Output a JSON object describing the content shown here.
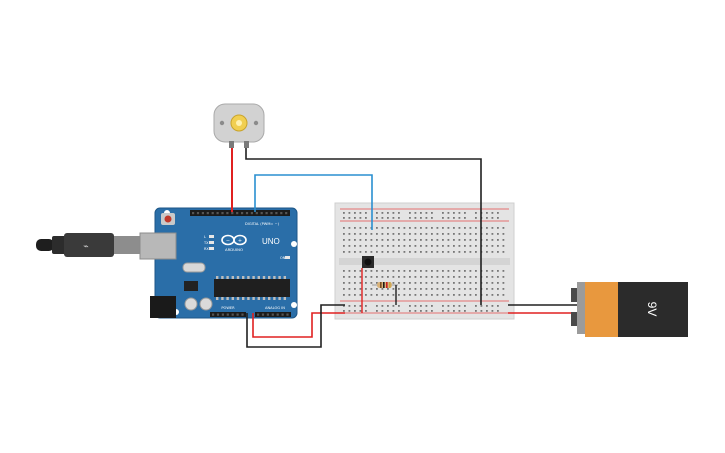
{
  "arduino": {
    "brand": "ARDUINO",
    "model": "UNO",
    "digital_label": "DIGITAL (PWM= ~)",
    "power_label": "POWER",
    "analog_label": "ANALOG IN",
    "tx_label": "TX",
    "rx_label": "RX",
    "l_label": "L",
    "on_label": "ON"
  },
  "battery": {
    "label": "9V"
  },
  "colors": {
    "board_blue": "#2a6ea8",
    "wire_red": "#e02020",
    "wire_black": "#202020",
    "wire_blue": "#2a8fd0",
    "battery_orange": "#e8983e",
    "battery_black": "#2b2b2b",
    "breadboard": "#e4e4e4"
  },
  "components": [
    "usb-cable",
    "arduino-uno",
    "dc-motor",
    "breadboard",
    "push-button",
    "resistor",
    "battery-9v"
  ]
}
